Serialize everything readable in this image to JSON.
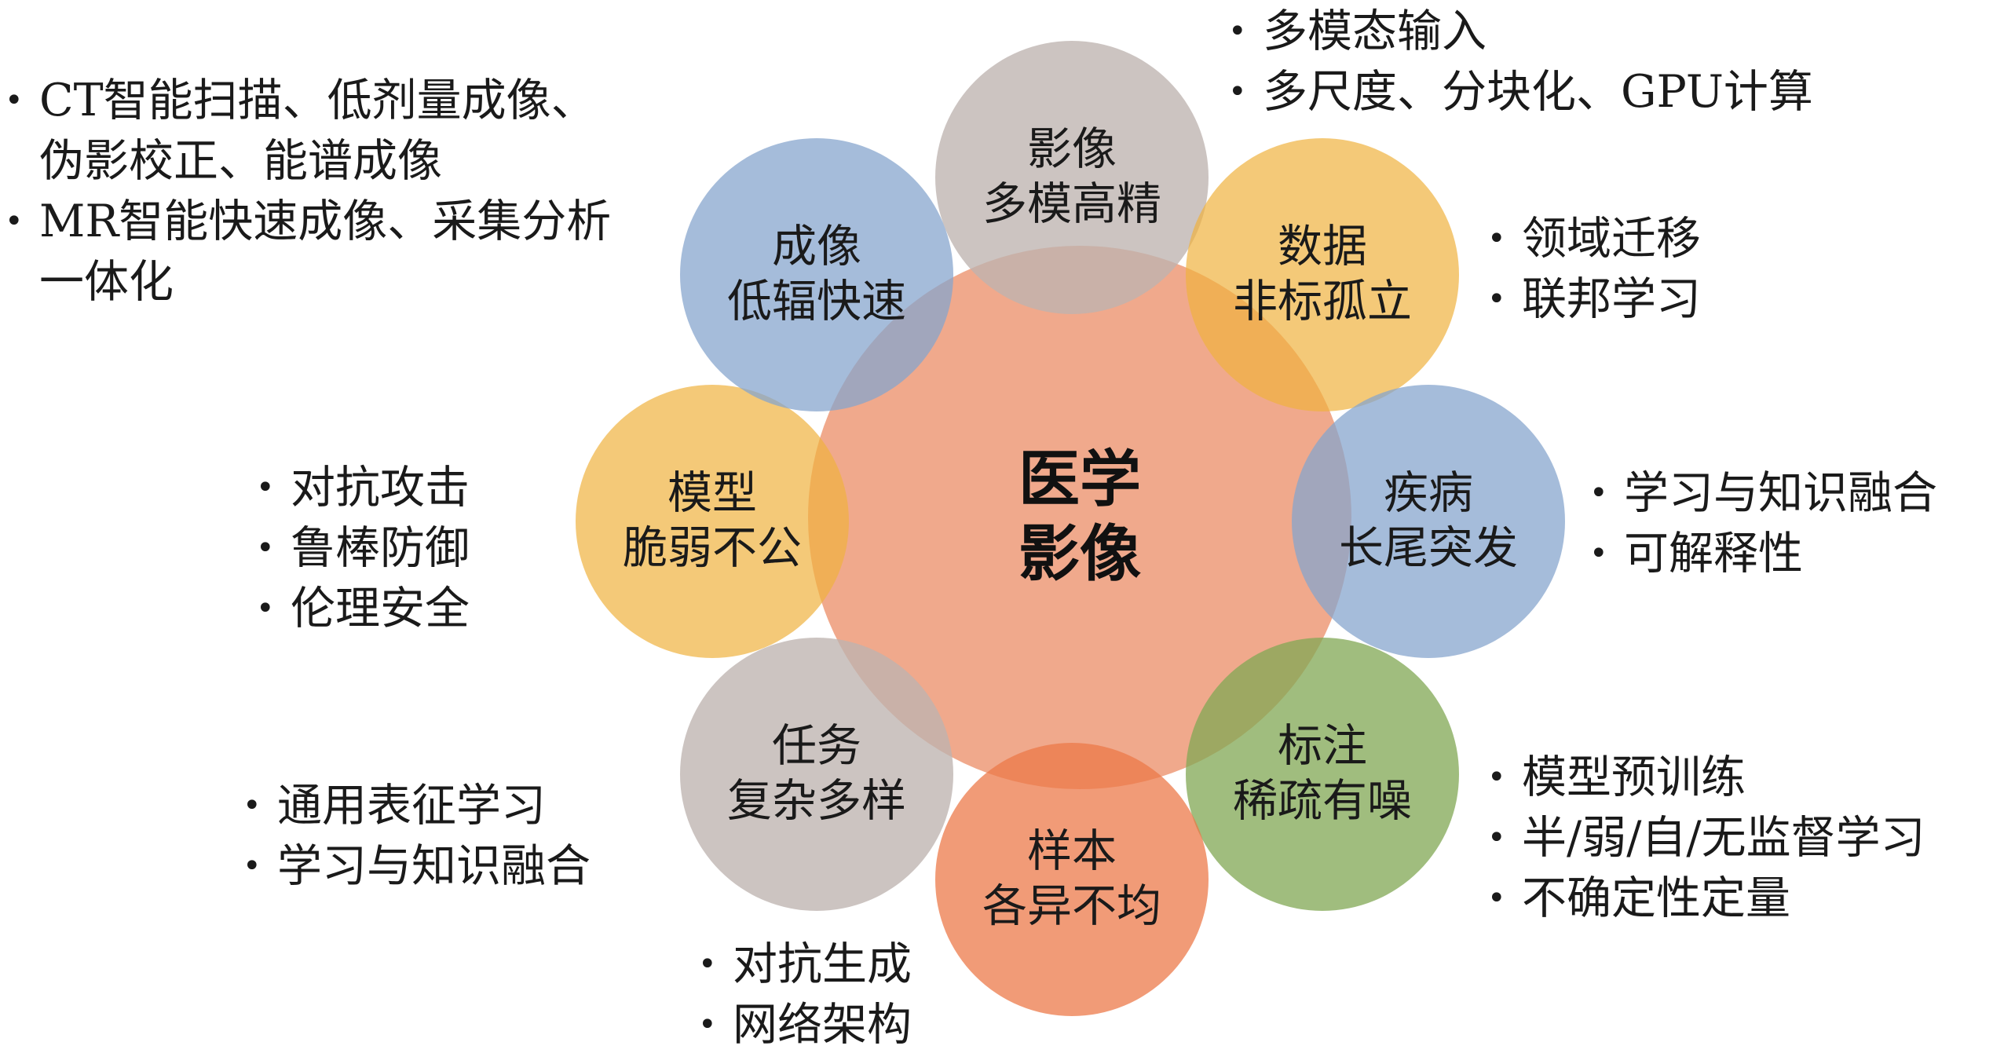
{
  "center": {
    "line1": "医学",
    "line2": "影像"
  },
  "circles": [
    {
      "id": "imaging",
      "line1": "影像",
      "line2": "多模高精",
      "color": "#beb4b0"
    },
    {
      "id": "data",
      "line1": "数据",
      "line2": "非标孤立",
      "color": "#f0b23e"
    },
    {
      "id": "disease",
      "line1": "疾病",
      "line2": "长尾突发",
      "color": "#86a5cd"
    },
    {
      "id": "annotation",
      "line1": "标注",
      "line2": "稀疏有噪",
      "color": "#82a856"
    },
    {
      "id": "sample",
      "line1": "样本",
      "line2": "各异不均",
      "color": "#ec7848"
    },
    {
      "id": "task",
      "line1": "任务",
      "line2": "复杂多样",
      "color": "#beb4b0"
    },
    {
      "id": "model",
      "line1": "模型",
      "line2": "脆弱不公",
      "color": "#f0b23e"
    },
    {
      "id": "acquisition",
      "line1": "成像",
      "line2": "低辐快速",
      "color": "#86a5cd"
    }
  ],
  "bullet_groups": {
    "imaging": [
      "多模态输入",
      "多尺度、分块化、GPU计算"
    ],
    "data": [
      "领域迁移",
      "联邦学习"
    ],
    "disease": [
      "学习与知识融合",
      "可解释性"
    ],
    "annotation": [
      "模型预训练",
      "半/弱/自/无监督学习",
      "不确定性定量"
    ],
    "sample": [
      "对抗生成",
      "网络架构"
    ],
    "task": [
      "通用表征学习",
      "学习与知识融合"
    ],
    "model": [
      "对抗攻击",
      "鲁棒防御",
      "伦理安全"
    ],
    "acquisition": [
      "CT智能扫描、低剂量成像、伪影校正、能谱成像",
      "MR智能快速成像、采集分析一体化"
    ]
  },
  "bullet_symbol": "•"
}
